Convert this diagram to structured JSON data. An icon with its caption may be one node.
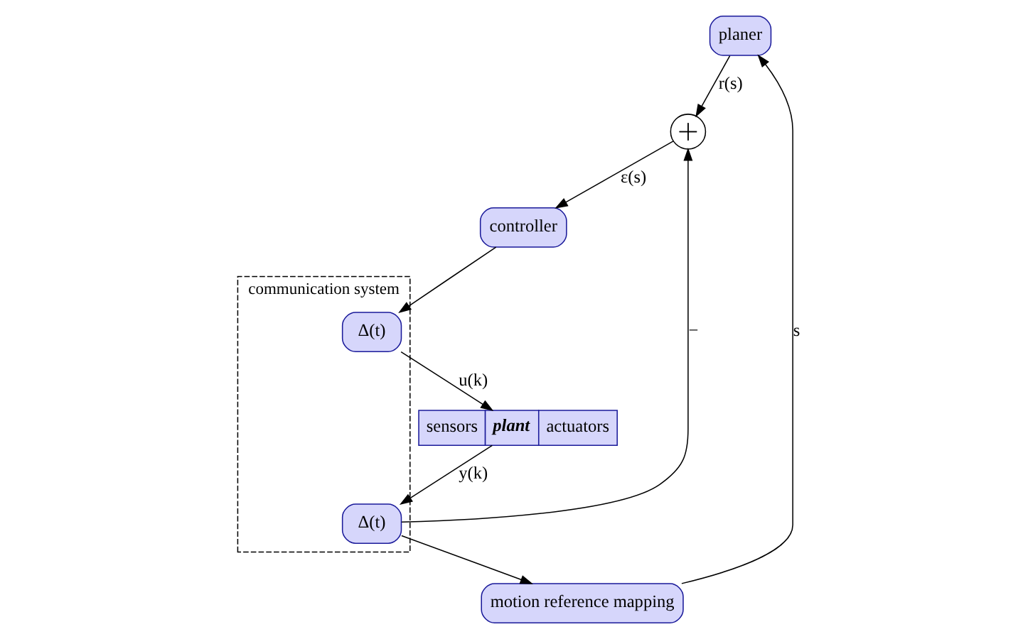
{
  "diagram": {
    "nodes": [
      {
        "text": [
          "planer"
        ]
      },
      {
        "text": [],
        "shape": "circle"
      },
      {
        "text": [
          "controller"
        ]
      },
      {
        "text": [
          "communication system"
        ]
      },
      {
        "text": [
          "Δ(t)"
        ],
        "in": 3
      },
      {
        "text": [
          "Δ(t)"
        ],
        "in": 3
      },
      {
        "text": [
          "sensors",
          "plant",
          "actuators"
        ]
      },
      {
        "text": [
          "motion reference mapping"
        ]
      }
    ],
    "edges": [
      {
        "from": 7,
        "to": 0,
        "arrow": "to",
        "label": "s"
      },
      {
        "from": 0,
        "to": 1,
        "arrow": "to",
        "label": "r(s)"
      },
      {
        "from": 5,
        "to": 1,
        "arrow": "to",
        "label": "−"
      },
      {
        "from": 1,
        "to": 2,
        "arrow": "to",
        "label": "ε(s)"
      },
      {
        "from": 2,
        "to": 4,
        "arrow": "to"
      },
      {
        "from": 4,
        "to": 6,
        "arrow": "to",
        "label": "u(k)"
      },
      {
        "from": 6,
        "to": 5,
        "arrow": "to",
        "label": "y(k)"
      },
      {
        "from": 5,
        "to": 7,
        "arrow": "to"
      }
    ]
  }
}
